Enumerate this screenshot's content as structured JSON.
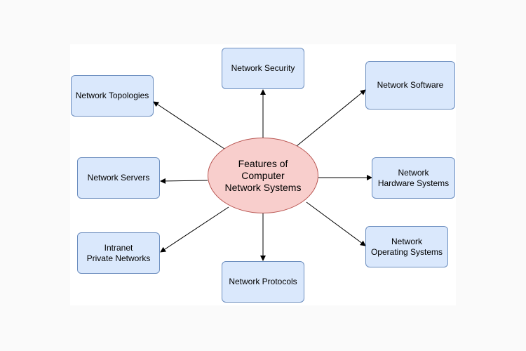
{
  "diagram": {
    "center": "Features of\nComputer\nNetwork Systems",
    "nodes": {
      "security": "Network Security",
      "topologies": "Network Topologies",
      "software": "Network Software",
      "servers": "Network Servers",
      "hardware": "Network\nHardware Systems",
      "intranet": "Intranet\nPrivate Networks",
      "operating": "Network\nOperating Systems",
      "protocols": "Network Protocols"
    }
  },
  "colors": {
    "node_fill": "#dae8fc",
    "node_border": "#6c8ebf",
    "center_fill": "#f8cecc",
    "center_border": "#b85450",
    "edge": "#000000"
  }
}
